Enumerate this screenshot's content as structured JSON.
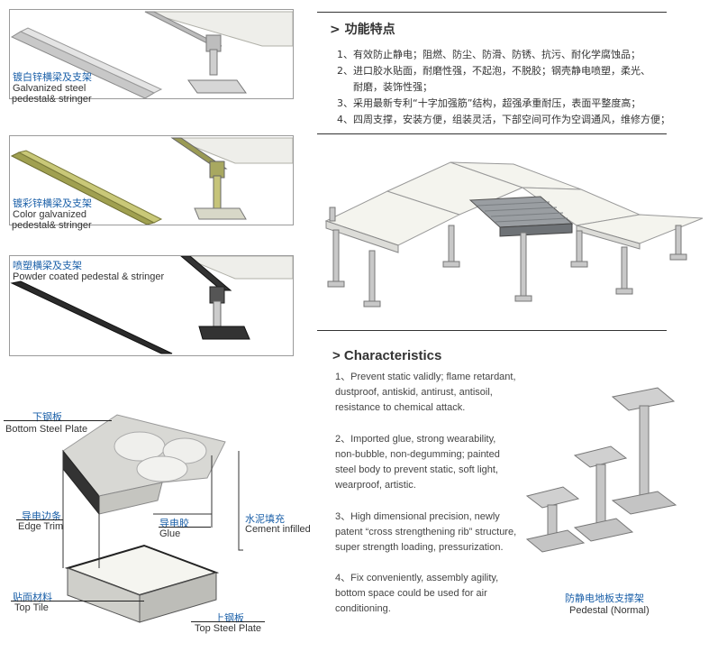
{
  "panels": [
    {
      "cn": "镀白锌横梁及支架",
      "en1": "Galvanized steel",
      "en2": "pedestal& stringer"
    },
    {
      "cn": "镀彩锌横梁及支架",
      "en1": "Color galvanized",
      "en2": "pedestal& stringer"
    },
    {
      "cn": "喷塑横梁及支架",
      "en1": "Powder coated pedestal & stringer",
      "en2": ""
    }
  ],
  "features_cn": {
    "title": "> 功能特点",
    "items": [
      "1、有效防止静电；阻燃、防尘、防滑、防锈、抗污、耐化学腐蚀品；",
      "2、进口胶水贴面，耐磨性强，不起泡，不脱胶；钢壳静电喷塑，柔光、",
      "耐磨，装饰性强；",
      "3、采用最新专利“十字加强筋”结构，超强承重耐压，表面平整度高；",
      "4、四周支撑，安装方便，组装灵活，下部空间可作为空调通风，维修方便；"
    ]
  },
  "characteristics": {
    "title": "> Characteristics",
    "p1": [
      "1、Prevent static validly; flame retardant,",
      "dustproof, antiskid, antirust, antisoil,",
      "resistance to chemical attack."
    ],
    "p2": [
      "2、Imported glue, strong wearability,",
      "non-bubble, non-degumming; painted",
      "steel body to prevent static,  soft light,",
      "wearproof, artistic."
    ],
    "p3": [
      "3、High dimensional precision, newly",
      "patent “cross strengthening rib” structure,",
      "super strength loading, pressurization."
    ],
    "p4": [
      "4、Fix conveniently, assembly agility,",
      "bottom space could be used for air",
      "conditioning."
    ]
  },
  "pedestal": {
    "cn": "防静电地板支撑架",
    "en": "Pedestal (Normal)"
  },
  "diagram_labels": {
    "bottom_plate_cn": "下钢板",
    "bottom_plate_en": "Bottom Steel Plate",
    "edge_trim_cn": "导电边条",
    "edge_trim_en": "Edge Trim",
    "glue_cn": "导电胶",
    "glue_en": "Glue",
    "cement_cn": "水泥填充",
    "cement_en": "Cement infilled",
    "top_tile_cn": "贴面材料",
    "top_tile_en": "Top Tile",
    "top_plate_cn": "上钢板",
    "top_plate_en": "Top Steel Plate"
  },
  "colors": {
    "accent_blue": "#1a5fa8",
    "text": "#333333",
    "panel_border": "#9a9a9a"
  }
}
